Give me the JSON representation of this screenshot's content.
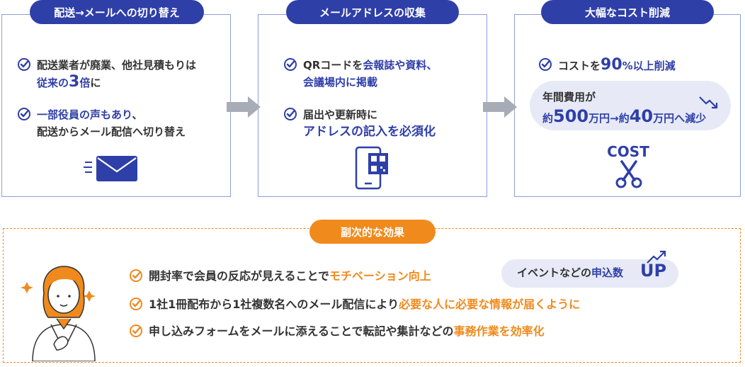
{
  "cards": [
    {
      "title": "配送→メールへの切り替え",
      "items": [
        {
          "line1": "配送業者が廃業、他社見積もりは",
          "line2_hl": "従来の",
          "line2_num": "3",
          "line2_hl2": "倍",
          "line2_rest": "に"
        },
        {
          "line1_hl": "一部役員の声もあり",
          "line1_rest": "、",
          "line2": "配送からメール配信へ切り替え"
        }
      ],
      "icon": "mail-icon"
    },
    {
      "title": "メールアドレスの収集",
      "items": [
        {
          "line1_pre": "QRコードを",
          "line1_hl": "会報誌や資料、",
          "line2_hl": "会議場内に掲載"
        },
        {
          "line1": "届出や更新時に",
          "line2_hl": "アドレスの記入を必須化"
        }
      ],
      "icon": "smartphone-qr-icon"
    },
    {
      "title": "大幅なコスト削減",
      "items": [
        {
          "pre": "コストを",
          "num": "90",
          "rest": "%以上削減"
        }
      ],
      "bubble": {
        "line1": "年間費用が",
        "p1": "約",
        "n1": "500",
        "p2": "万円→約",
        "n2": "40",
        "p3": "万円へ減少"
      },
      "cost_label": "COST",
      "icon": "scissors-icon"
    }
  ],
  "effects": {
    "title": "副次的な効果",
    "items": [
      {
        "pre": "開封率で会員の反応が見えることで",
        "hl": "モチベーション向上",
        "post": ""
      },
      {
        "pre": "1社1冊配布から1社複数名へのメール配信により",
        "hl": "必要な人に必要な情報が届くように",
        "post": ""
      },
      {
        "pre": "申し込みフォームをメールに添えることで転記や集計などの",
        "hl": "事務作業を効率化",
        "post": ""
      }
    ],
    "badge": {
      "pre": "イベントなどの",
      "hl": "申込数",
      "up": "UP"
    }
  },
  "colors": {
    "navy": "#2f3fa8",
    "orange": "#f08a1c",
    "border": "#8ea0d6",
    "bubble": "#e7eaf6",
    "arrow": "#a8acb6"
  }
}
